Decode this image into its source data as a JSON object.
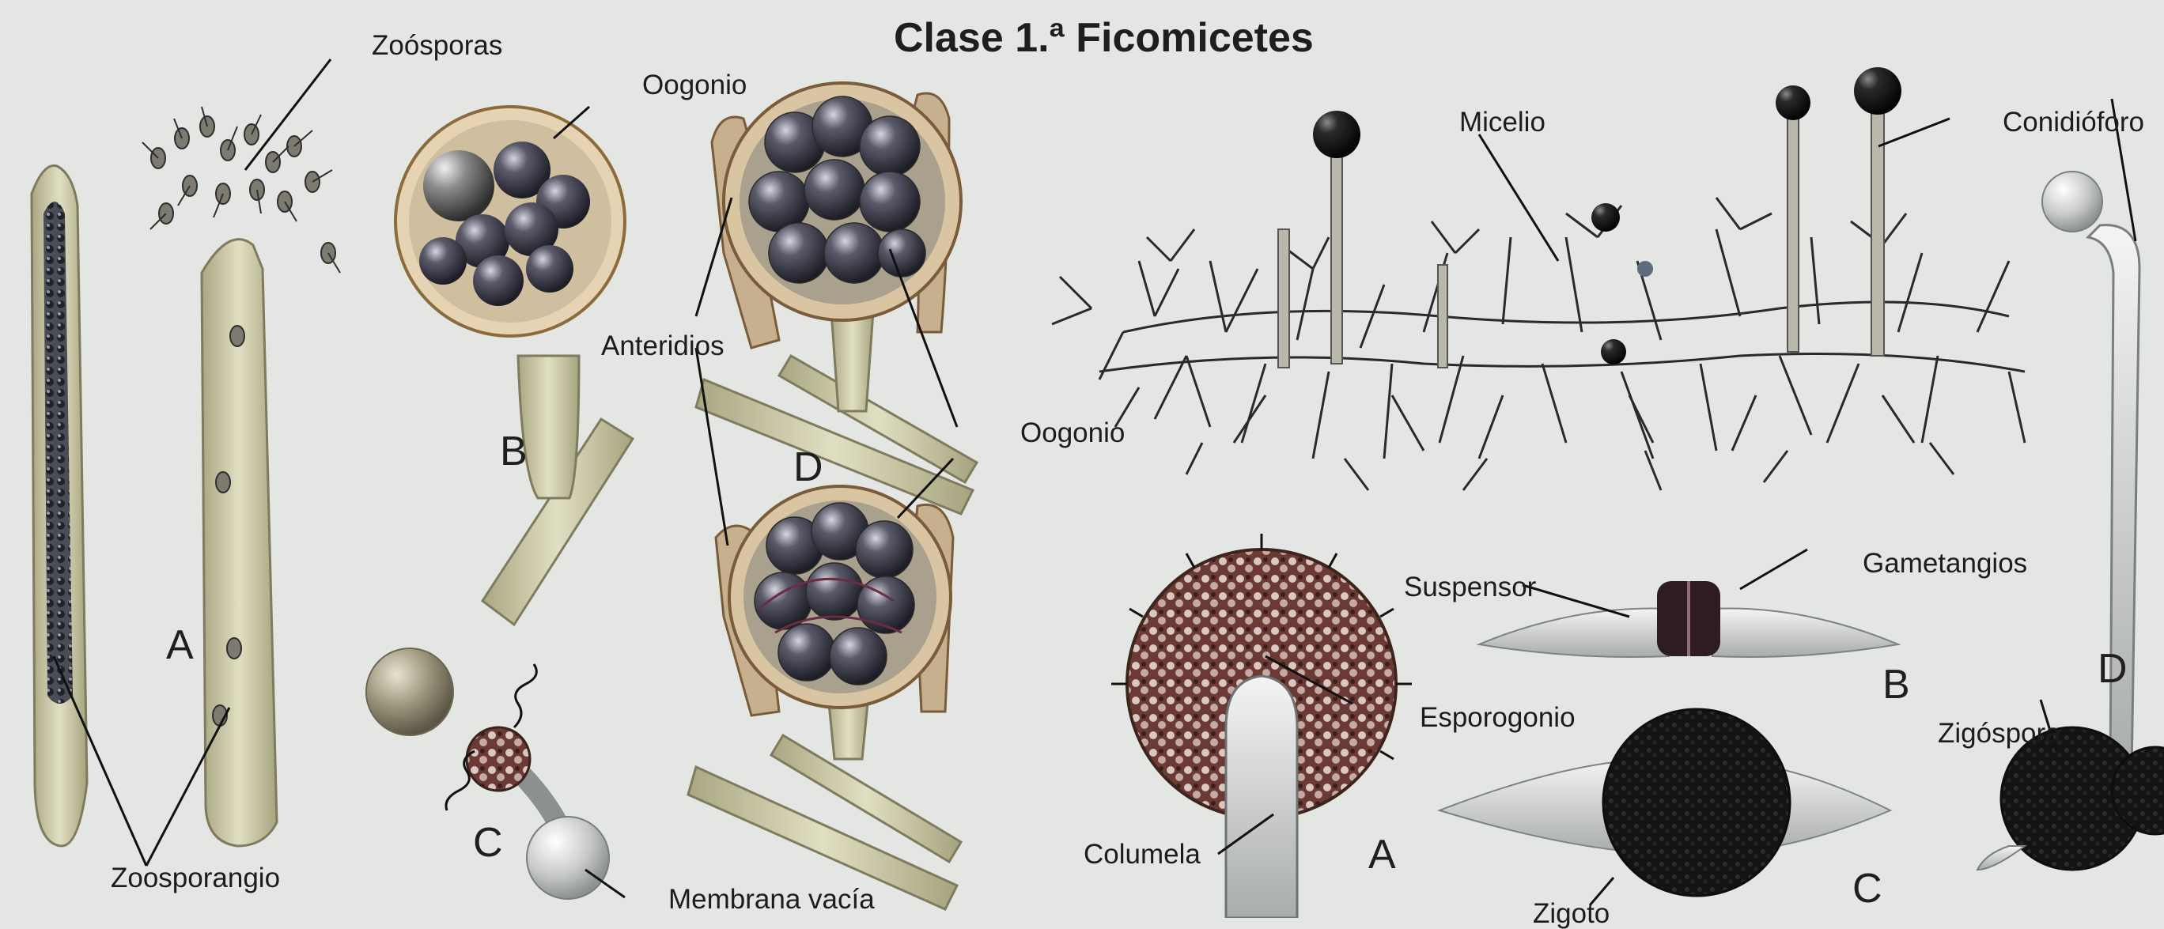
{
  "title": "Clase 1.ª Ficomicetes",
  "labels": {
    "zoosporas": "Zoósporas",
    "zoosporangio": "Zoosporangio",
    "oogonio_top": "Oogonio",
    "anteridios": "Anteridios",
    "oogonio_mid": "Oogonio",
    "membrana_vacia": "Membrana vacía",
    "micelio": "Micelio",
    "conidioforo": "Conidióforo",
    "suspensor": "Suspensor",
    "gametangios": "Gametangios",
    "esporogonio": "Esporogonio",
    "columela": "Columela",
    "zigospora": "Zigóspora",
    "zigoto": "Zigoto"
  },
  "letters": {
    "a_left": "A",
    "b_left": "B",
    "c_left": "C",
    "d_mid": "D",
    "a_right": "A",
    "b_right": "B",
    "c_right": "C",
    "d_right": "D"
  },
  "colors": {
    "background": "#e3e6e2",
    "sporangium_fill": "#c9c7a4",
    "spore_dark": "#2f2f3a",
    "stalk": "#c6c3a0",
    "zygote": "#1c1b1b",
    "mycelium": "#2a2a2a"
  }
}
